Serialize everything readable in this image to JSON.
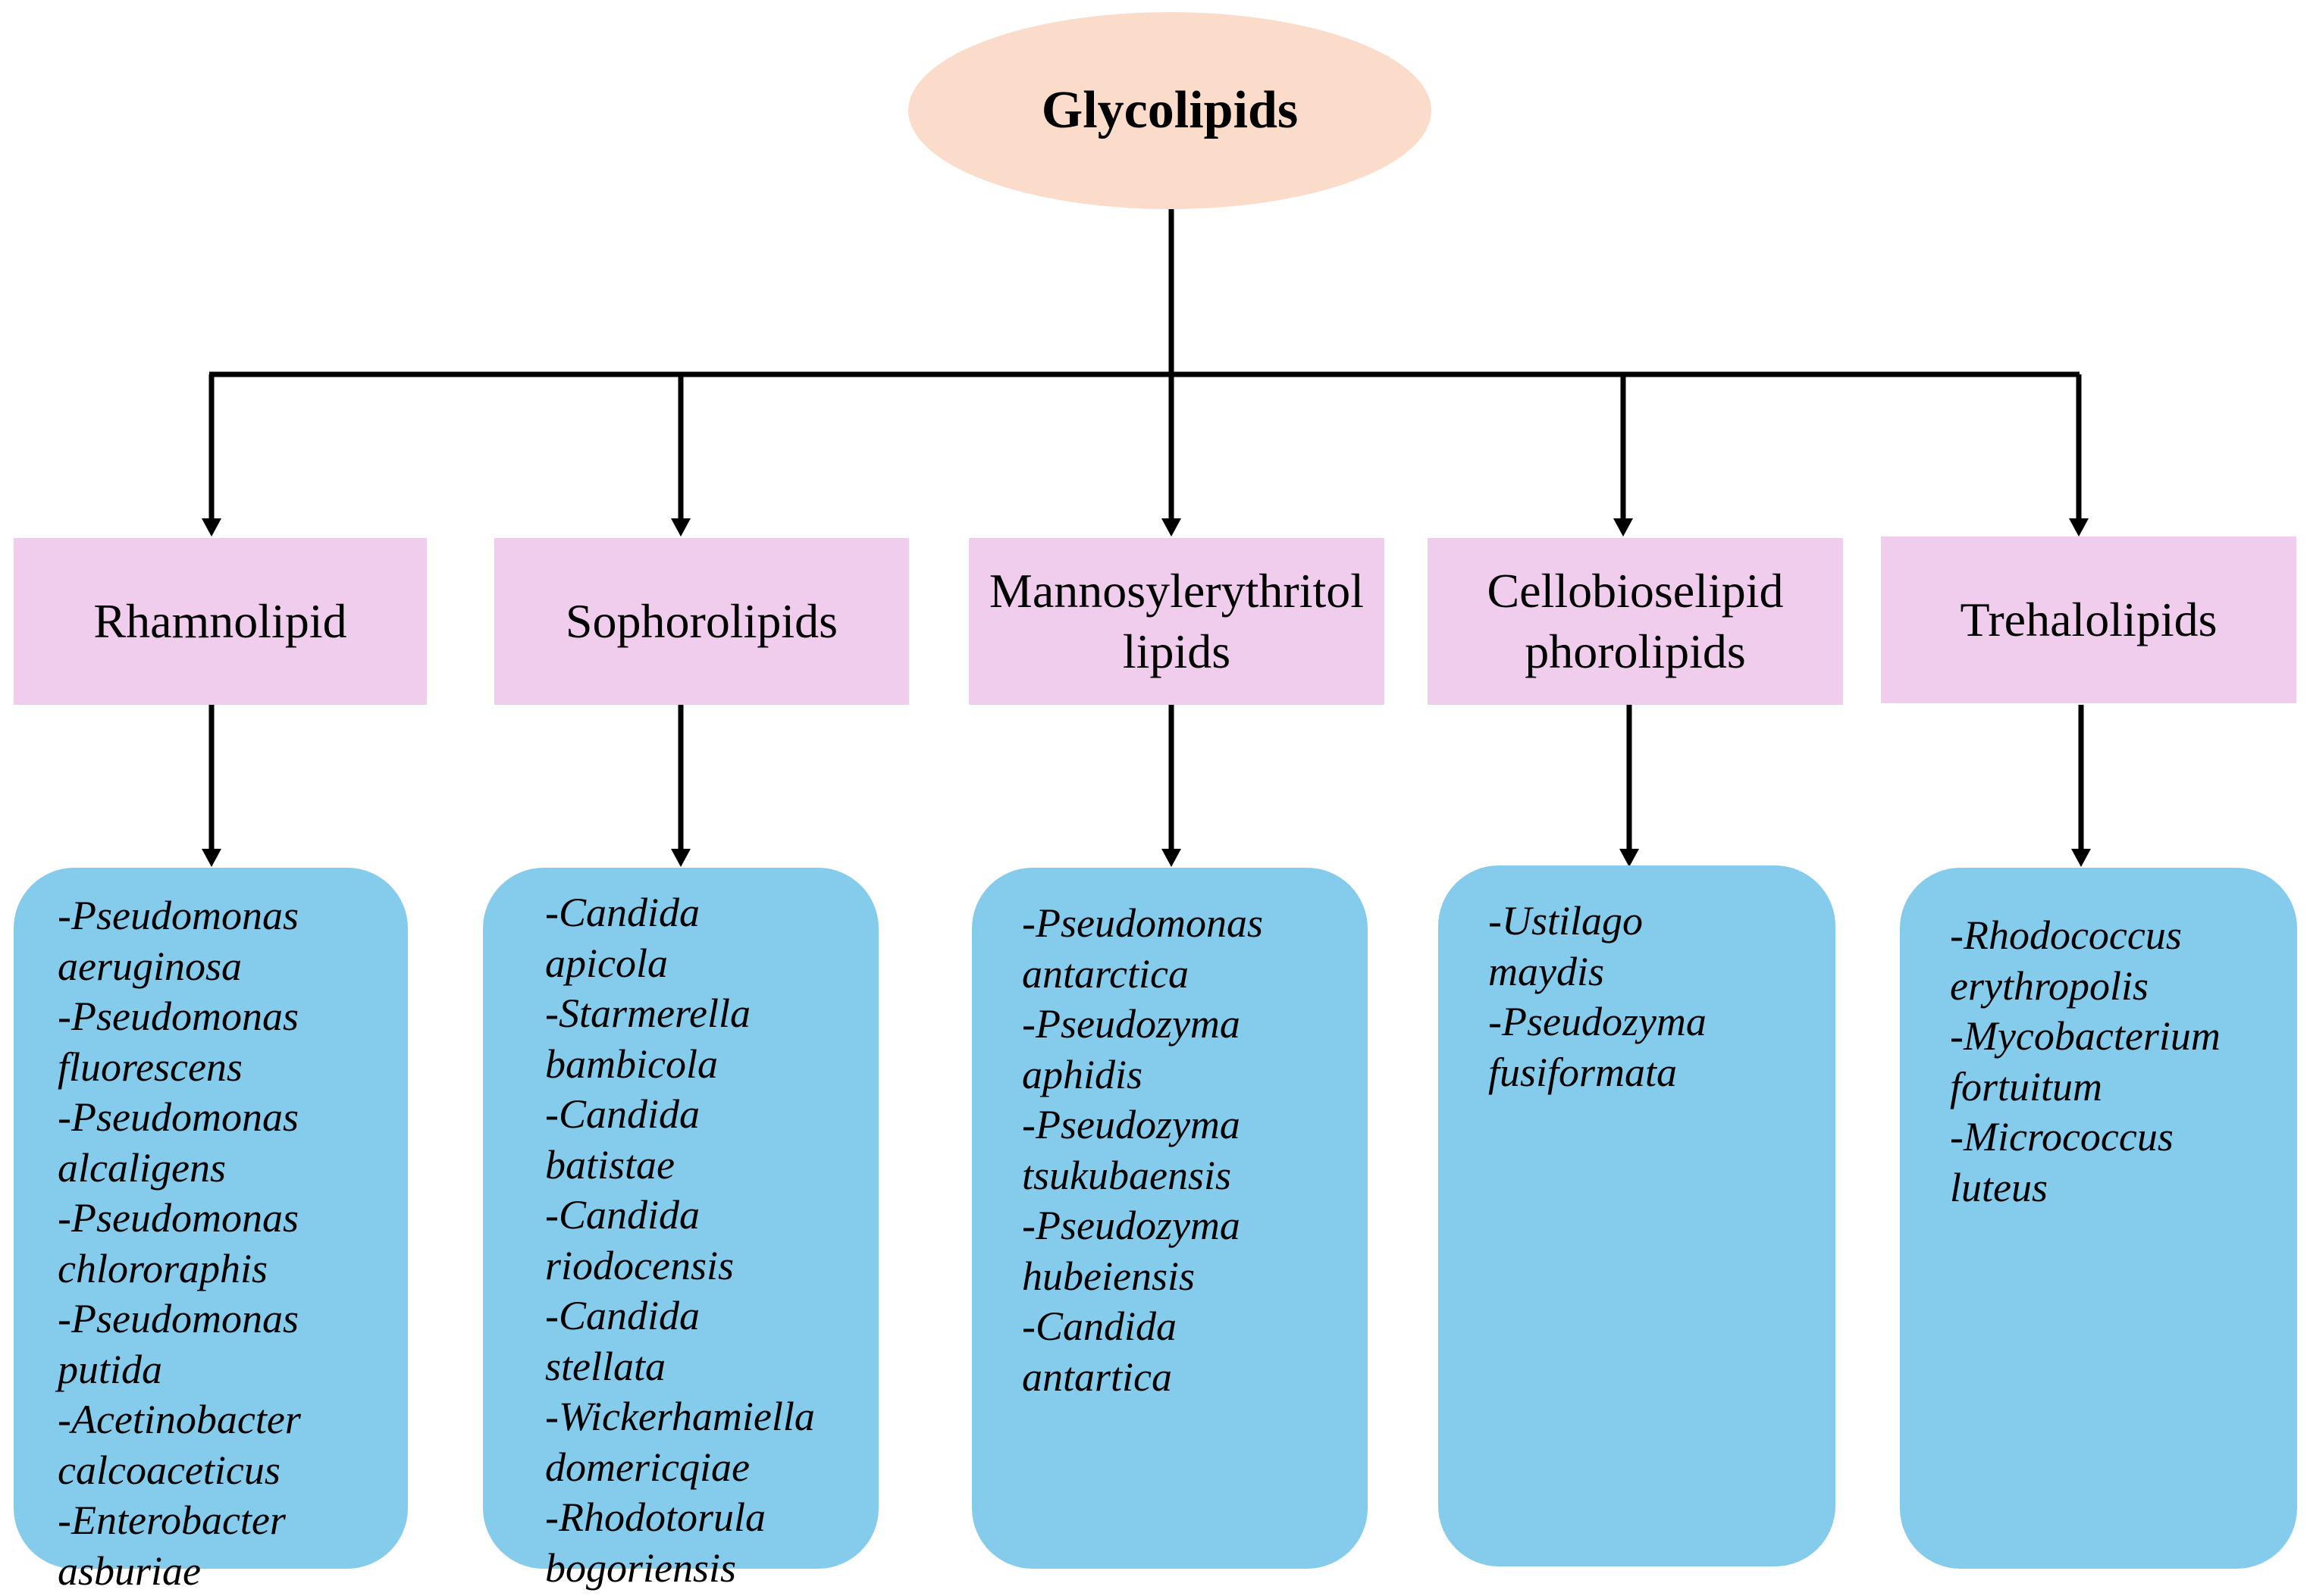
{
  "root": {
    "label": "Glycolipids"
  },
  "colors": {
    "root_fill": "#fbdccb",
    "category_fill": "#f0cdec",
    "list_fill": "#84cbec",
    "connector": "#000000"
  },
  "categories": [
    {
      "lines": [
        "Rhamnolipid"
      ],
      "organisms": [
        [
          "-Pseudomonas",
          "aeruginosa"
        ],
        [
          "-Pseudomonas",
          "fluorescens"
        ],
        [
          "-Pseudomonas",
          "alcaligens"
        ],
        [
          "-Pseudomonas",
          "chlororaphis"
        ],
        [
          "-Pseudomonas",
          "putida"
        ],
        [
          "-Acetinobacter",
          "calcoaceticus"
        ],
        [
          "-Enterobacter",
          "asburiae"
        ]
      ]
    },
    {
      "lines": [
        "Sophorolipids"
      ],
      "organisms": [
        [
          "-Candida",
          "apicola"
        ],
        [
          "-Starmerella",
          "bambicola"
        ],
        [
          "-Candida",
          "batistae"
        ],
        [
          "-Candida",
          "riodocensis"
        ],
        [
          "-Candida",
          "stellata"
        ],
        [
          "-Wickerhamiella",
          "domericqiae"
        ],
        [
          "-Rhodotorula",
          "bogoriensis"
        ]
      ]
    },
    {
      "lines": [
        "Mannosylerythritol",
        "lipids"
      ],
      "organisms": [
        [
          "-Pseudomonas",
          "antarctica"
        ],
        [
          "-Pseudozyma",
          "aphidis"
        ],
        [
          "-Pseudozyma",
          "tsukubaensis"
        ],
        [
          "-Pseudozyma",
          "hubeiensis"
        ],
        [
          "-Candida",
          "antartica"
        ]
      ]
    },
    {
      "lines": [
        "Cellobioselipid",
        "phorolipids"
      ],
      "organisms": [
        [
          "-Ustilago",
          "maydis"
        ],
        [
          "-Pseudozyma",
          "fusiformata"
        ]
      ]
    },
    {
      "lines": [
        "Trehalolipids"
      ],
      "organisms": [
        [
          "-Rhodococcus",
          "erythropolis"
        ],
        [
          "-Mycobacterium",
          "fortuitum"
        ],
        [
          "-Micrococcus",
          "luteus"
        ]
      ]
    }
  ]
}
